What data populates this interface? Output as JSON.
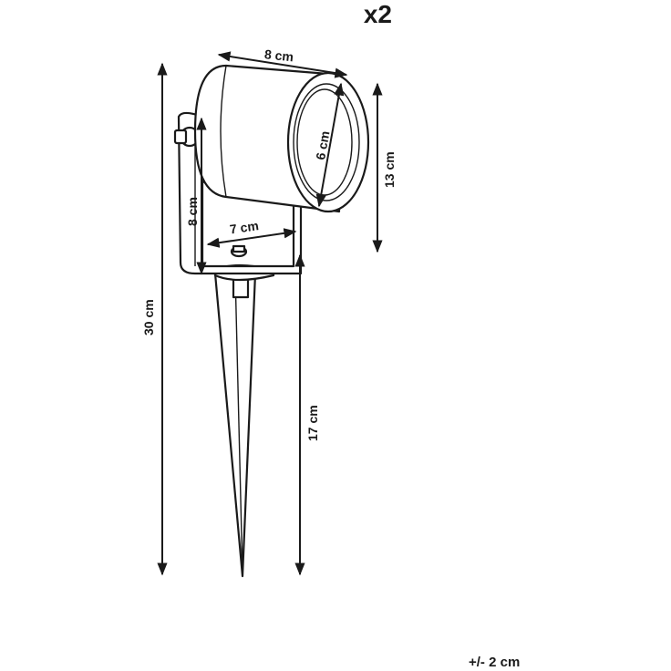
{
  "quantity": "x2",
  "tolerance": "+/- 2 cm",
  "dimensions": {
    "head_length": "8 cm",
    "lens_diameter": "6 cm",
    "head_height": "13 cm",
    "bracket_height": "8 cm",
    "bracket_width": "7 cm",
    "total_height": "30 cm",
    "spike_length": "17 cm"
  }
}
